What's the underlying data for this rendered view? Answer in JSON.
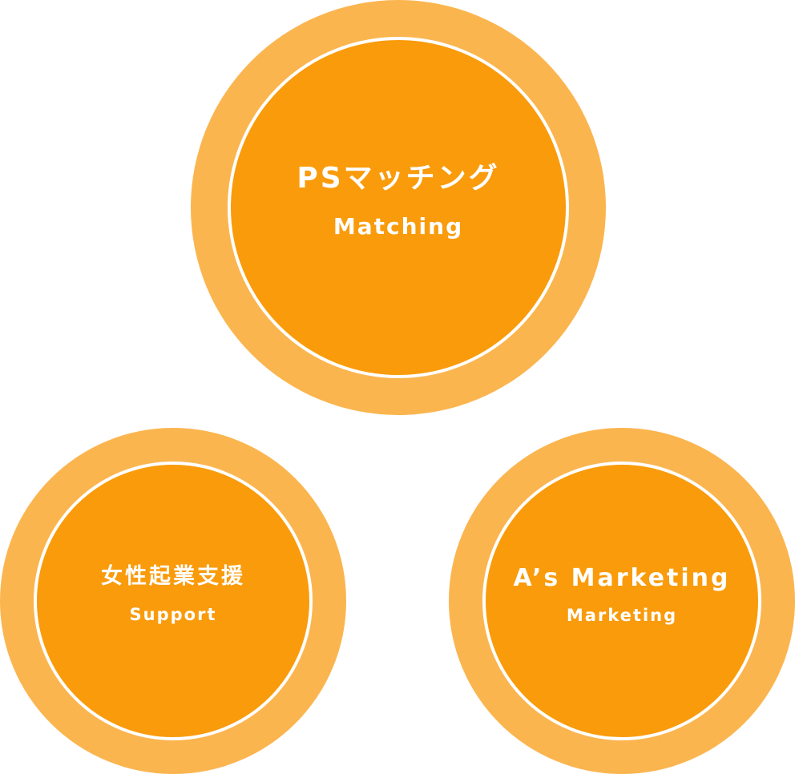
{
  "colors": {
    "outer": "#FBB54F",
    "inner": "#F99B0B",
    "ring": "#FFFFFF",
    "text": "#FFFFFF"
  },
  "circles": [
    {
      "title": "PSマッチング",
      "subtitle": "Matching"
    },
    {
      "title": "女性起業支援",
      "subtitle": "Support"
    },
    {
      "title": "A’s Marketing",
      "subtitle": "Marketing"
    }
  ]
}
